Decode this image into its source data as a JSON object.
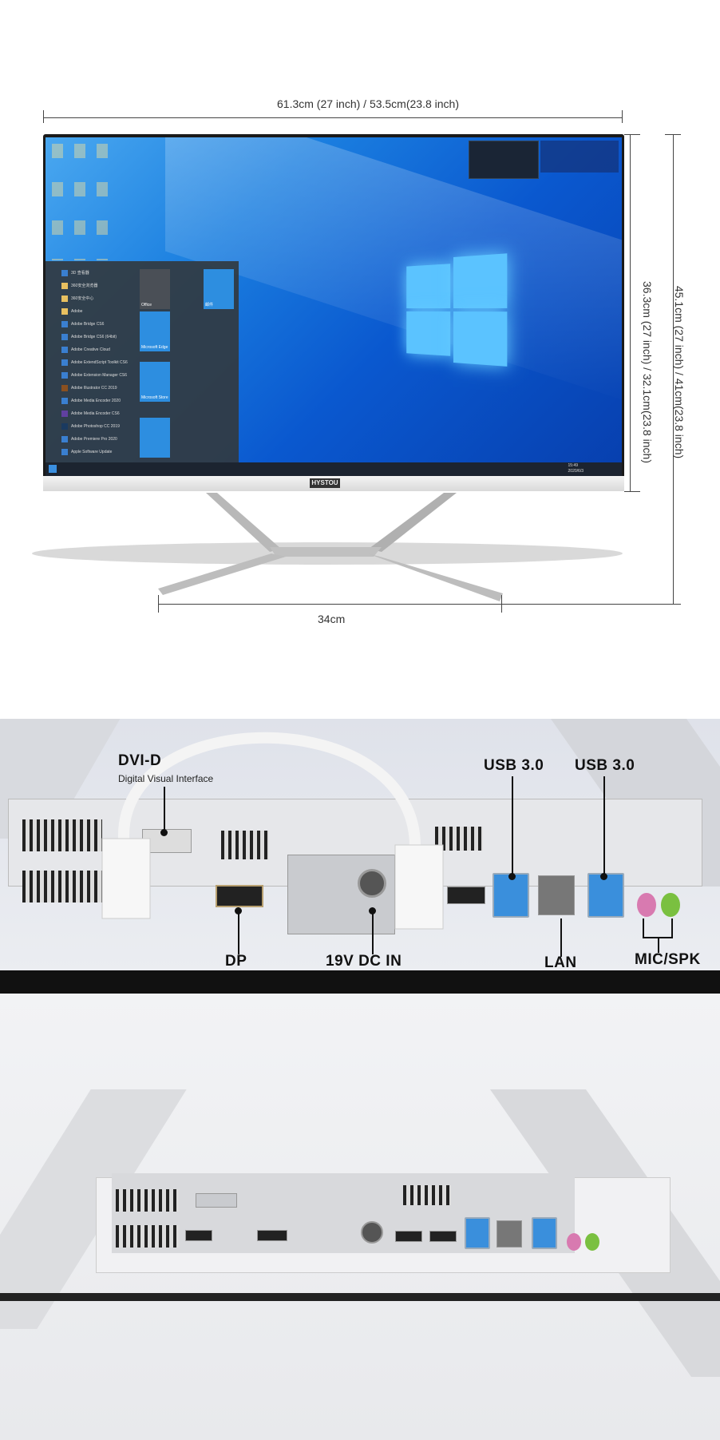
{
  "dimensions": {
    "width_label": "61.3cm (27 inch) / 53.5cm(23.8 inch)",
    "screen_height_label": "36.3cm (27 inch) / 32.1cm(23.8 inch)",
    "total_height_label": "45.1cm (27 inch) / 41cm(23.8 inch)",
    "base_width_label": "34cm"
  },
  "monitor": {
    "brand_logo": "HYSTOU",
    "screen": {
      "start_menu_items": [
        "3D 查看器",
        "360安全浏览器",
        "360安全中心",
        "Adobe",
        "Adobe Bridge CS6",
        "Adobe Bridge CS6 (64bit)",
        "Adobe Creative Cloud",
        "Adobe ExtendScript Toolkit CS6",
        "Adobe Extension Manager CS6",
        "Adobe Illustrator CC 2019",
        "Adobe Media Encoder 2020",
        "Adobe Media Encoder CS6",
        "Adobe Photoshop CC 2019",
        "Adobe Premiere Pro 2020",
        "Apple Software Update"
      ],
      "tiles": [
        "Office",
        "邮件",
        "Microsoft Edge",
        "Microsoft Store"
      ],
      "taskbar_time": "15:49",
      "taskbar_date": "2020/6/3"
    }
  },
  "ports": {
    "dvi_label": "DVI-D",
    "dvi_sublabel": "Digital Visual Interface",
    "usb_left_label": "USB 3.0",
    "usb_right_label": "USB 3.0",
    "dp_label": "DP",
    "dc_label": "19V DC IN",
    "lan_label": "LAN",
    "audio_label": "MIC/SPK"
  }
}
